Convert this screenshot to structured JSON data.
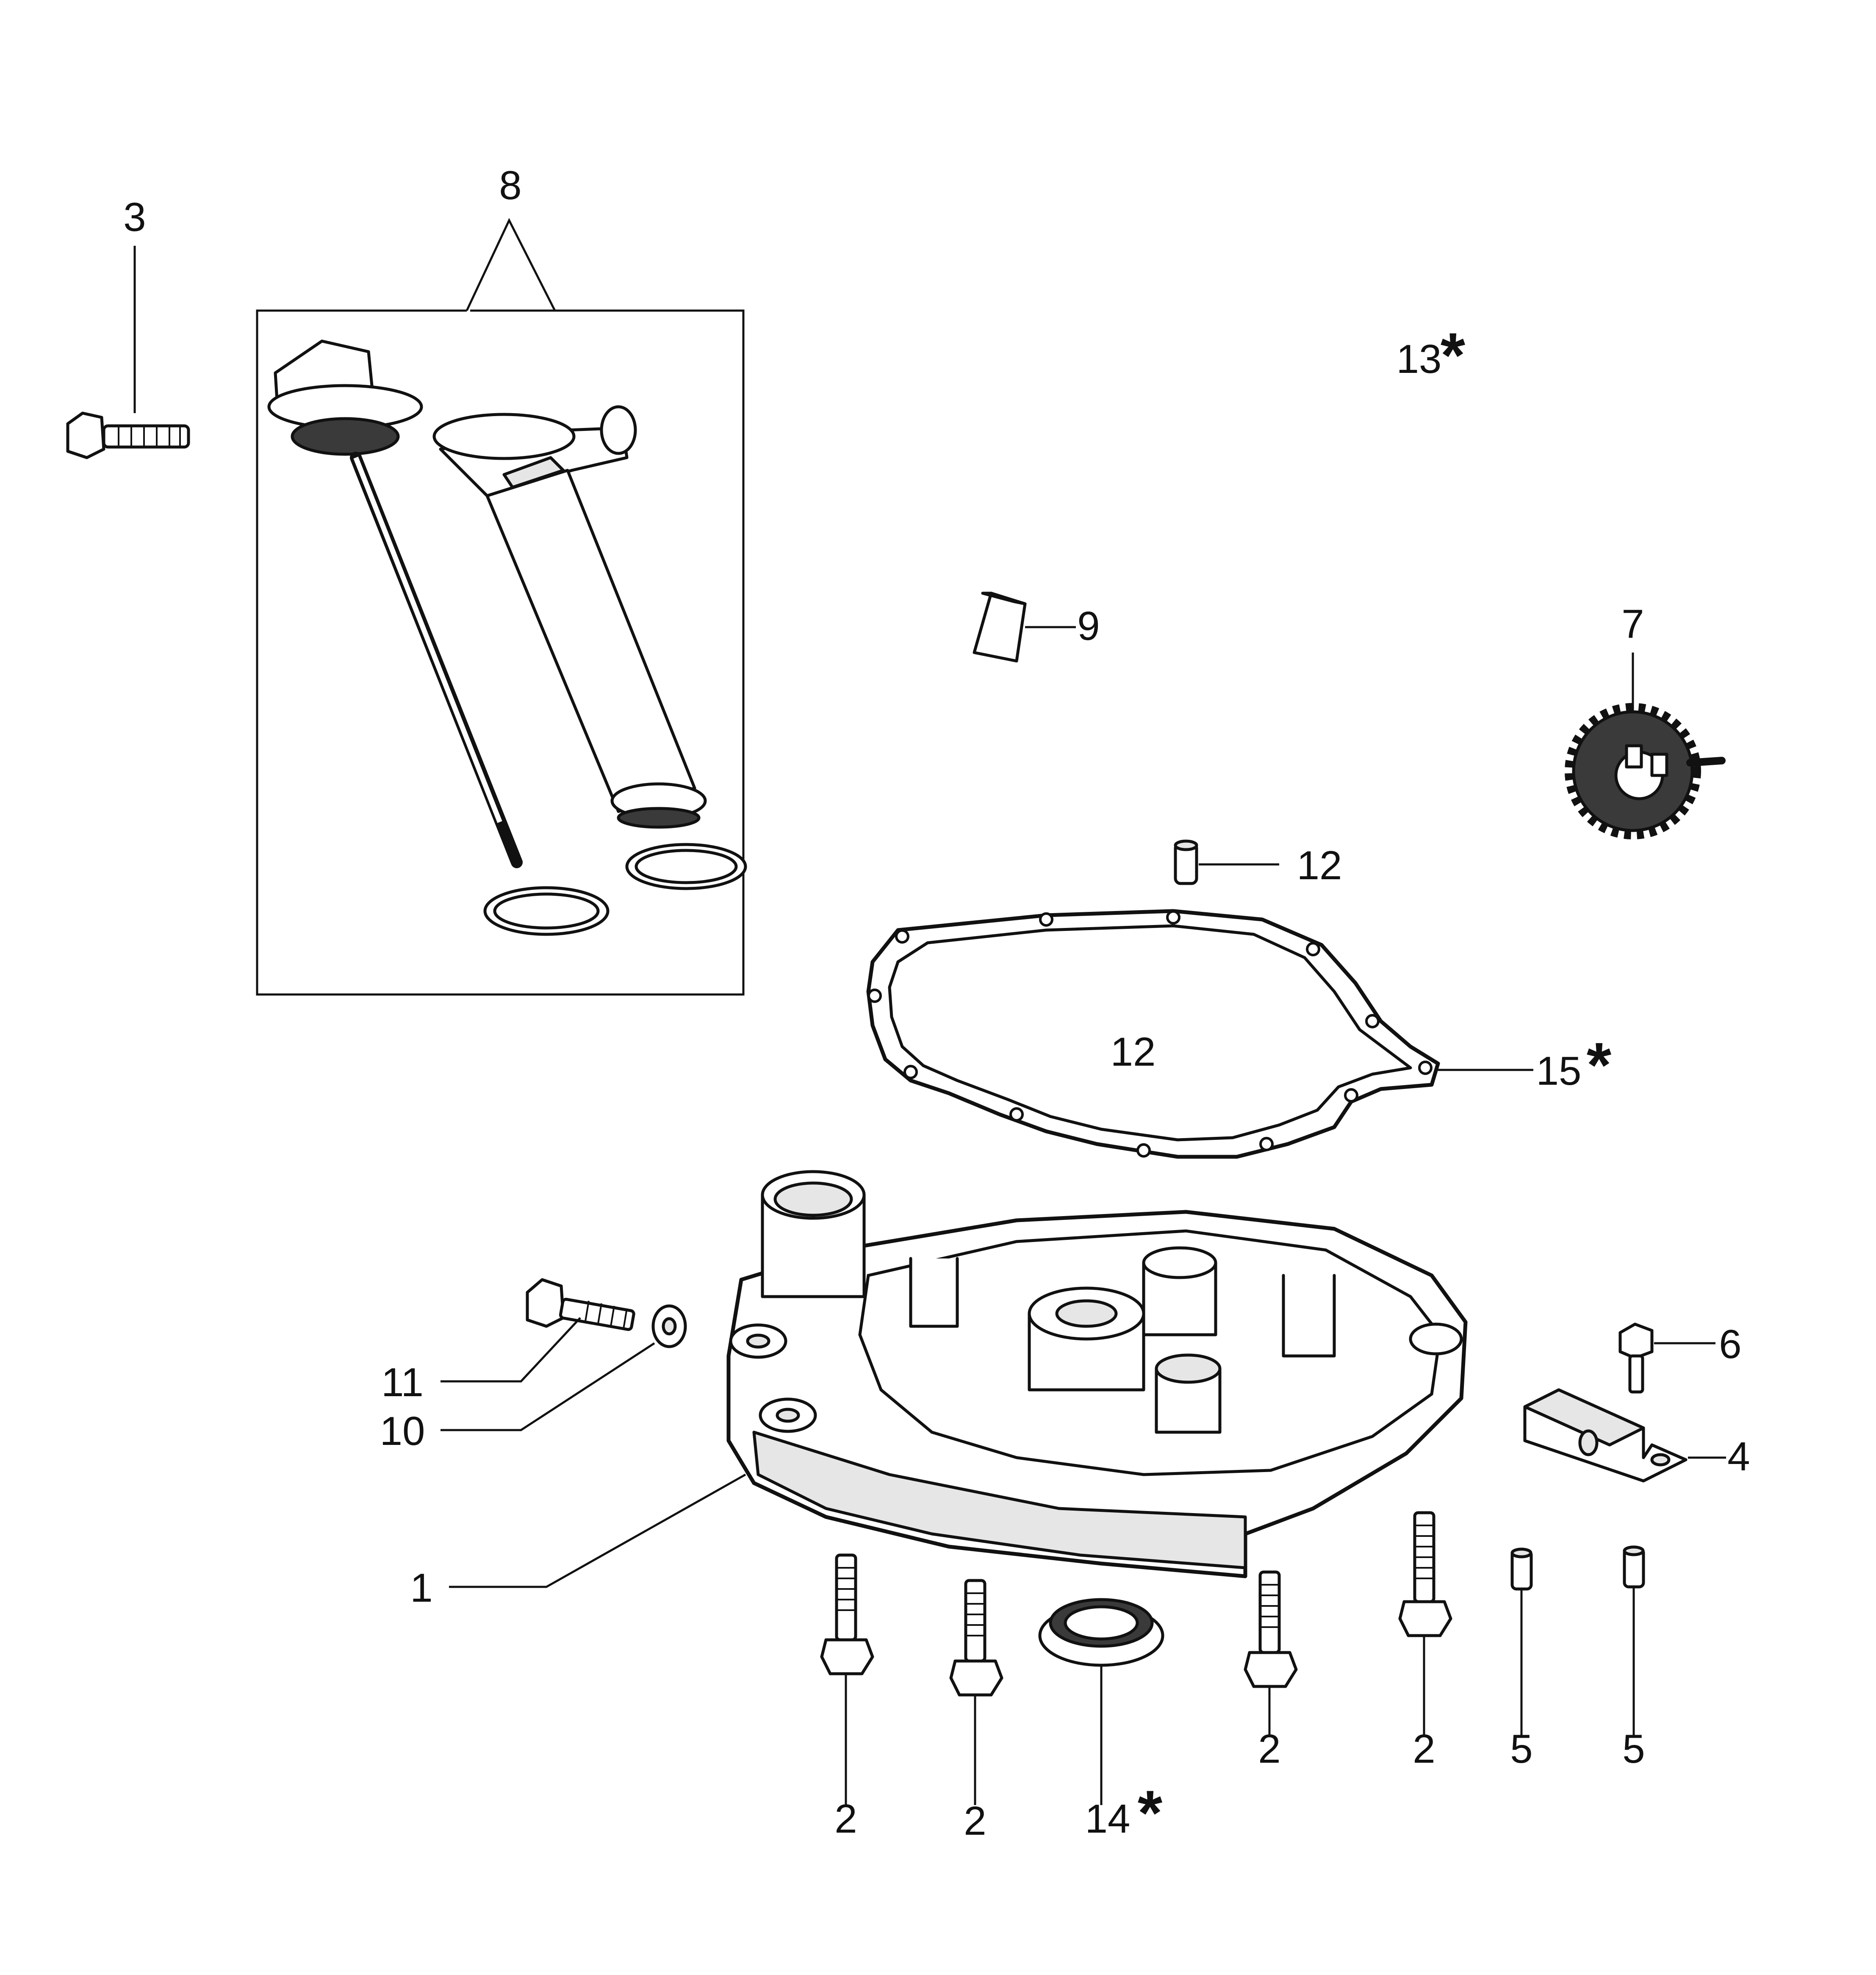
{
  "diagram": {
    "callouts": {
      "c1": "1",
      "c2a": "2",
      "c2b": "2",
      "c2c": "2",
      "c2d": "2",
      "c3": "3",
      "c4": "4",
      "c5a": "5",
      "c5b": "5",
      "c6": "6",
      "c7": "7",
      "c8": "8",
      "c9": "9",
      "c10": "10",
      "c11": "11",
      "c12a": "12",
      "c12b": "12",
      "c13": "13",
      "c14": "14",
      "c15": "15"
    },
    "asterisk": "*"
  }
}
